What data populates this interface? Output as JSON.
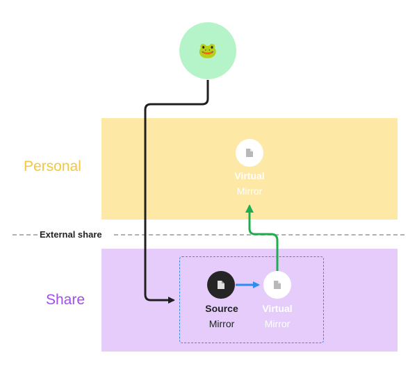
{
  "user": {
    "emoji": "🐸",
    "icon": "frog-avatar-icon"
  },
  "zones": {
    "personal": {
      "label": "Personal"
    },
    "share": {
      "label": "Share"
    }
  },
  "divider": {
    "label": "External share"
  },
  "nodes": {
    "personal_virtual": {
      "title": "Virtual",
      "subtitle": "Mirror",
      "icon": "document-icon"
    },
    "share_source": {
      "title": "Source",
      "subtitle": "Mirror",
      "icon": "document-icon"
    },
    "share_virtual": {
      "title": "Virtual",
      "subtitle": "Mirror",
      "icon": "document-icon"
    }
  },
  "colors": {
    "personal_bg": "#fde8a6",
    "personal_text": "#f3c73e",
    "share_bg": "#e5ccfa",
    "share_text": "#a24cf0",
    "user_bg": "#b5f4c8",
    "arrow_black": "#1f1f1f",
    "arrow_blue": "#2e8cf0",
    "arrow_green": "#1fae4f",
    "divider": "#b0b0b0"
  }
}
